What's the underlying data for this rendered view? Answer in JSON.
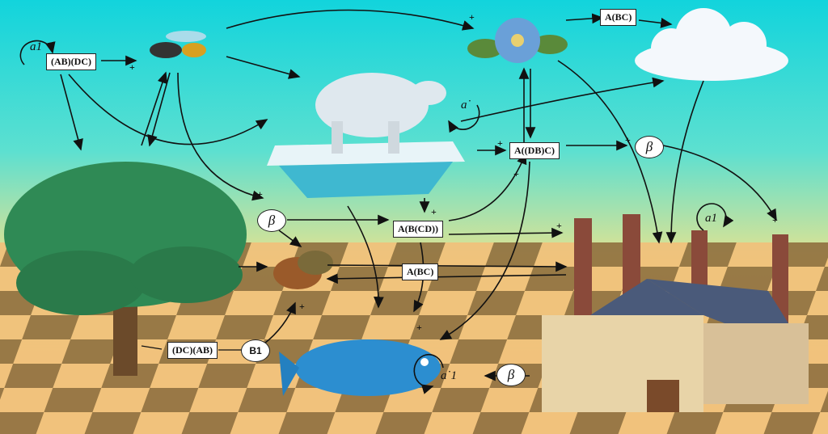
{
  "nodes": {
    "loop_a1_top": "a1",
    "ab_dc": "(AB)(DC)",
    "a_bc_top": "A(BC)",
    "loop_a_bear": "a˙",
    "a_db_c": "A((DB)C)",
    "beta_right": "β",
    "beta_left": "β",
    "a_b_cd": "A(B(CD))",
    "a_bc_mid": "A(BC)",
    "loop_a1_factory": "a1",
    "dc_ab": "(DC)(AB)",
    "b1": "B1",
    "loop_a1_fish": "a˙1",
    "beta_bottom": "β"
  },
  "plus_sign": "+",
  "colors": {
    "sky_top": "#14d6dc",
    "sky_bottom": "#e8e08a",
    "floor_light": "#f2c27a",
    "floor_dark": "#8a6a3a"
  }
}
